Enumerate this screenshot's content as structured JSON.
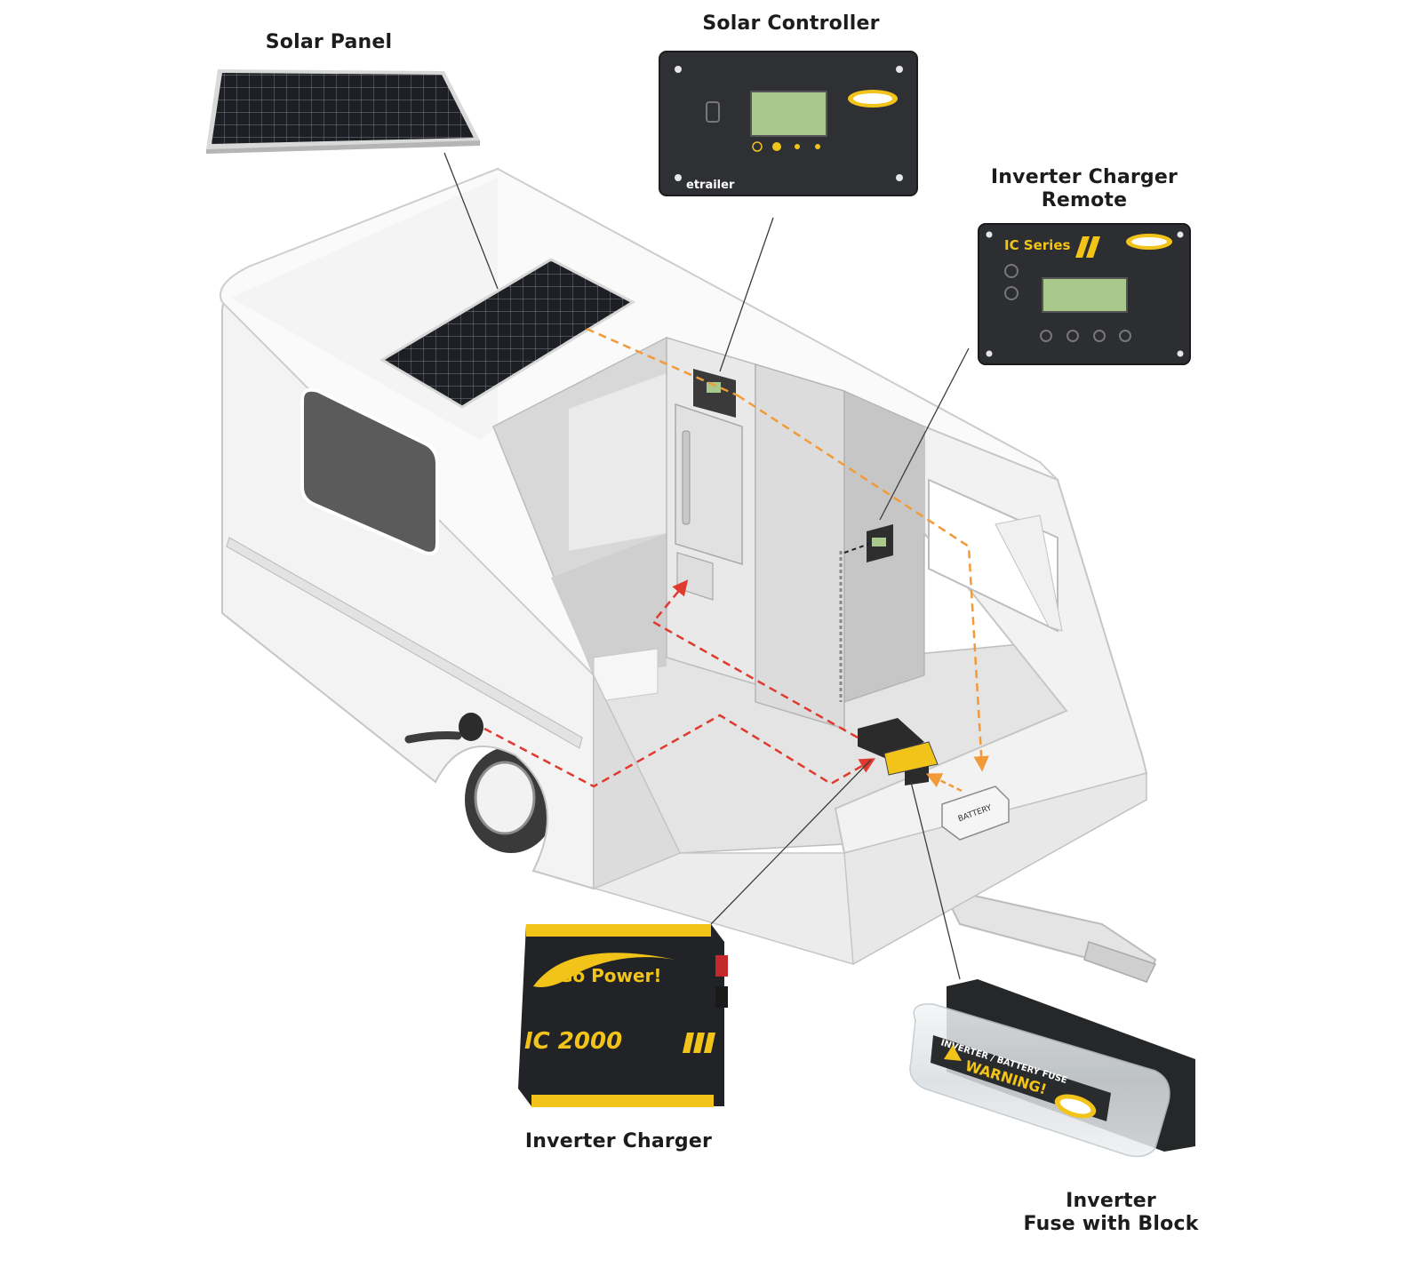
{
  "labels": {
    "solar_panel": "Solar Panel",
    "solar_controller": "Solar Controller",
    "inverter_remote_line1": "Inverter Charger",
    "inverter_remote_line2": "Remote",
    "inverter_charger": "Inverter Charger",
    "fuse_line1": "Inverter",
    "fuse_line2": "Fuse with Block"
  },
  "product_text": {
    "brand": "Go Power!",
    "inverter_model": "IC 2000",
    "remote_series": "IC Series",
    "controller_watermark": "etrailer",
    "fuse_warning": "WARNING!",
    "fuse_title": "INVERTER / BATTERY FUSE",
    "battery": "BATTERY"
  },
  "colors": {
    "solar_wire": "#f29a38",
    "shore_wire": "#e03a2e",
    "brand_yellow": "#f2c319",
    "panel_dark": "#2b2b2b",
    "lcd_green": "#a9c98c"
  }
}
